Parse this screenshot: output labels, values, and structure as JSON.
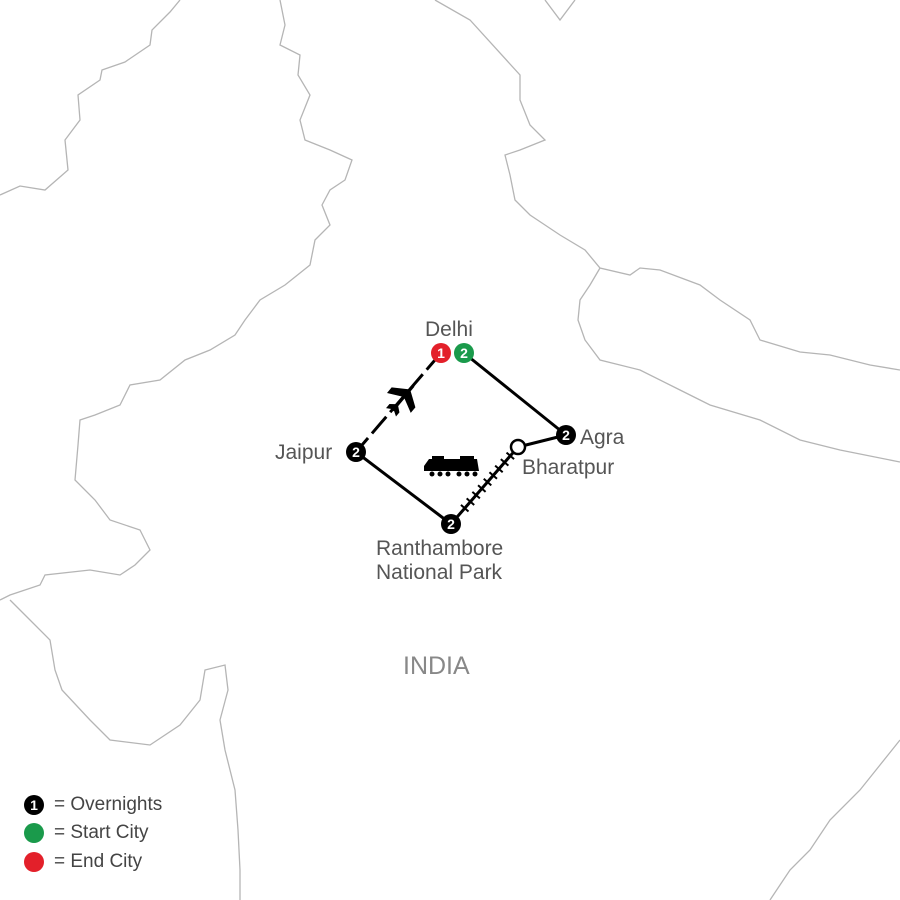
{
  "map": {
    "country_label": "INDIA",
    "colors": {
      "start": "#1a9a4b",
      "end": "#e3202a",
      "overnight": "#000000",
      "border": "#b5b5b5",
      "route": "#000000"
    },
    "cities": [
      {
        "name": "Delhi",
        "nights": "2",
        "end_marker": "1",
        "role": "start and end"
      },
      {
        "name": "Jaipur",
        "nights": "2"
      },
      {
        "name": "Ranthambore National Park",
        "line1": "Ranthambore",
        "line2": "National Park",
        "nights": "2"
      },
      {
        "name": "Bharatpur",
        "nights": ""
      },
      {
        "name": "Agra",
        "nights": "2"
      }
    ],
    "transport_icons": [
      "airplane-icon",
      "train-icon"
    ]
  },
  "legend": [
    {
      "symbol": "1",
      "label": "= Overnights"
    },
    {
      "symbol": "",
      "label": "= Start City"
    },
    {
      "symbol": "",
      "label": "= End City"
    }
  ]
}
